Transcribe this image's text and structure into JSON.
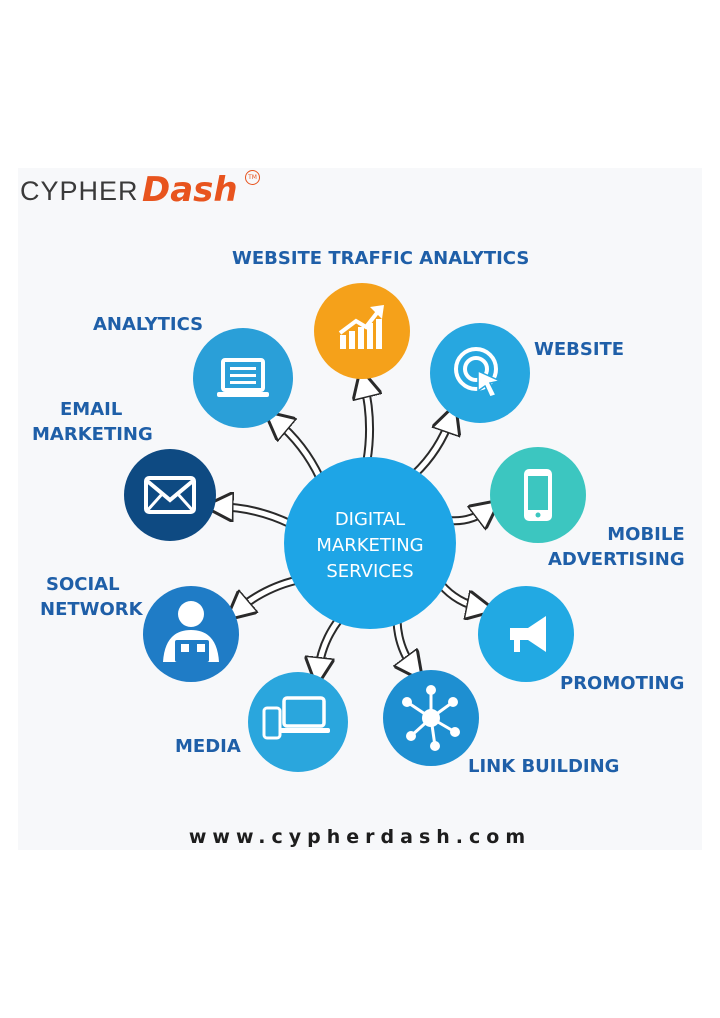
{
  "brand": {
    "name_part1": "CYPHER",
    "name_part2": "Dash",
    "trademark": "TM",
    "accent_color": "#e8541e"
  },
  "diagram": {
    "center": {
      "lines": [
        "DIGITAL",
        "MARKETING",
        "SERVICES"
      ]
    },
    "nodes": [
      {
        "id": "website-traffic-analytics",
        "label": [
          "WEBSITE TRAFFIC ANALYTICS"
        ],
        "icon": "chart-up-icon",
        "color": "#f5a11a"
      },
      {
        "id": "website",
        "label": [
          "WEBSITE"
        ],
        "icon": "target-cursor-icon",
        "color": "#27a7e0"
      },
      {
        "id": "mobile-advertising",
        "label": [
          "MOBILE",
          "ADVERTISING"
        ],
        "icon": "smartphone-icon",
        "color": "#3cc6c0"
      },
      {
        "id": "promoting",
        "label": [
          "PROMOTING"
        ],
        "icon": "megaphone-icon",
        "color": "#22a9e3"
      },
      {
        "id": "link-building",
        "label": [
          "LINK BUILDING"
        ],
        "icon": "network-hub-icon",
        "color": "#1e8fd1"
      },
      {
        "id": "media",
        "label": [
          "MEDIA"
        ],
        "icon": "devices-icon",
        "color": "#2aa6dd"
      },
      {
        "id": "social-network",
        "label": [
          "SOCIAL",
          "NETWORK"
        ],
        "icon": "social-person-icon",
        "color": "#1f7cc6"
      },
      {
        "id": "email-marketing",
        "label": [
          "EMAIL",
          "MARKETING"
        ],
        "icon": "envelope-icon",
        "color": "#0e4a82"
      },
      {
        "id": "analytics",
        "label": [
          "ANALYTICS"
        ],
        "icon": "laptop-icon",
        "color": "#2a9fd8"
      }
    ]
  },
  "footer": {
    "url": "www.cypherdash.com"
  }
}
